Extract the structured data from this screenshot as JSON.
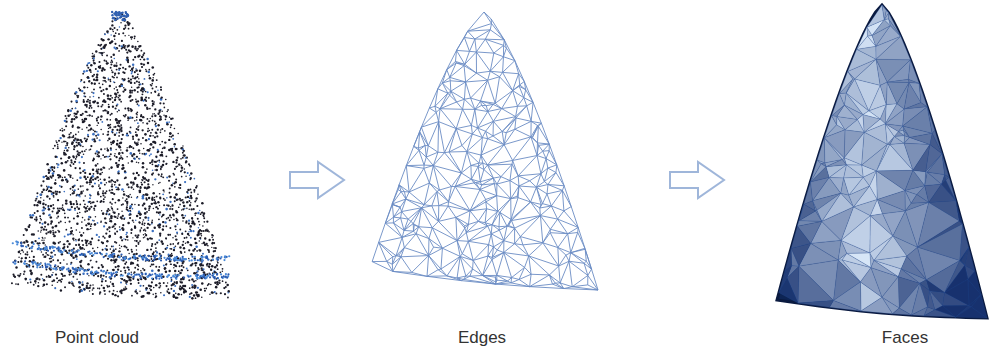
{
  "diagram": {
    "labels": [
      "Point cloud",
      "Edges",
      "Faces"
    ]
  }
}
